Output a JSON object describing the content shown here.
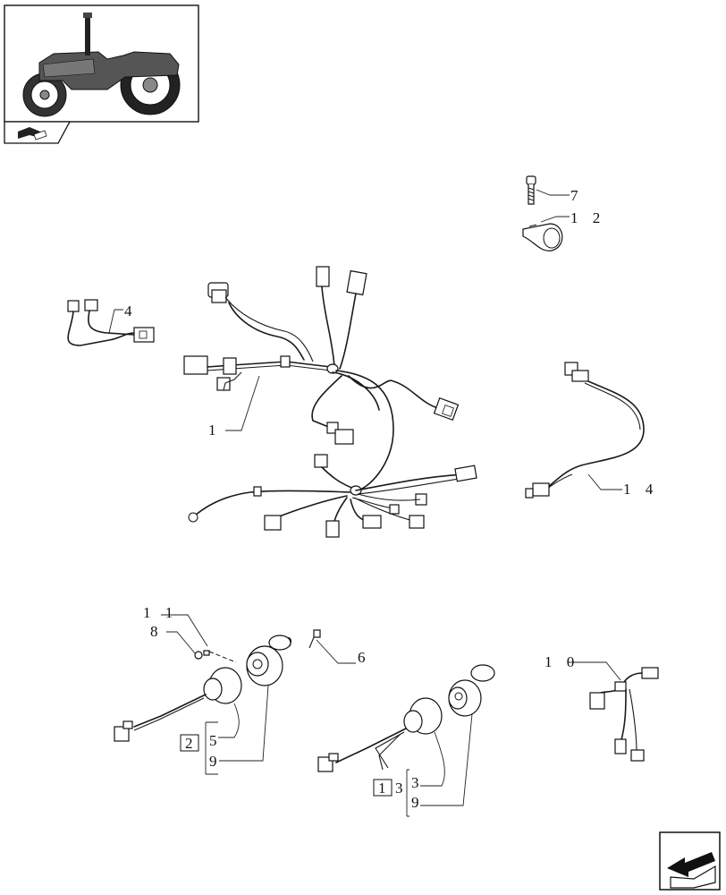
{
  "callouts": {
    "c1": "1",
    "c4": "4",
    "c5": "5",
    "c6": "6",
    "c7": "7",
    "c8": "8",
    "c9a": "9",
    "c9b": "9",
    "c10": "1 0",
    "c11": "1 1",
    "c12": "1 2",
    "c14": "1 4",
    "c3": "3",
    "box2": "2",
    "box1": "1",
    "c13": "3"
  },
  "icons": {
    "thumbnail": "tractor-icon",
    "nav_prev": "book-icon",
    "nav_next": "arrow-icon"
  }
}
